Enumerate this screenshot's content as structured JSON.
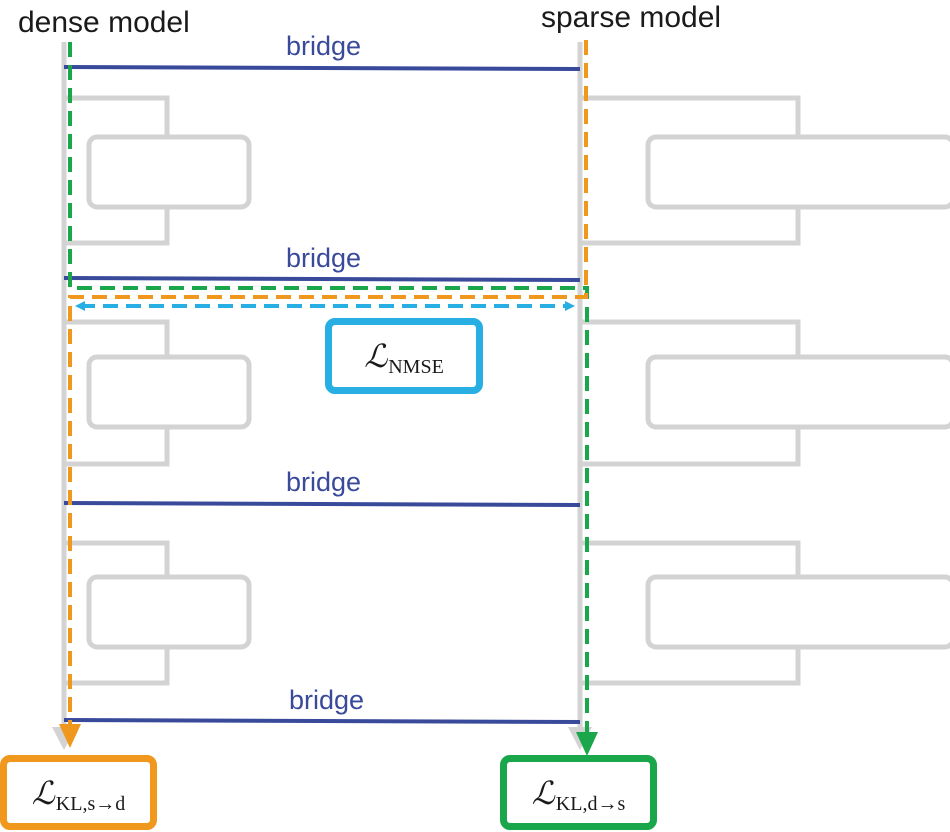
{
  "labels": {
    "dense_model": "dense model",
    "sparse_model": "sparse model",
    "bridges": [
      "bridge",
      "bridge",
      "bridge",
      "bridge"
    ]
  },
  "losses": {
    "nmse": {
      "symbol": "ℒ",
      "subscript": "NMSE"
    },
    "kl_s_to_d": {
      "symbol": "ℒ",
      "subscript": "KL,s→d"
    },
    "kl_d_to_s": {
      "symbol": "ℒ",
      "subscript": "KL,d→s"
    }
  },
  "colors": {
    "backbone": "#d3d3d3",
    "bridge": "#3a4a9a",
    "orange": "#f0981e",
    "green": "#1aa64a",
    "cyan": "#27aee3",
    "text": "#1a1a1a"
  }
}
